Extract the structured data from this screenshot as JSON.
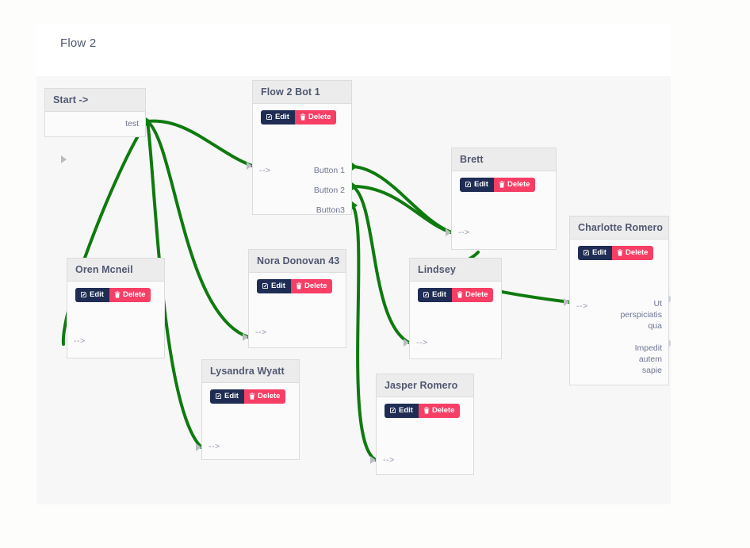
{
  "header": {
    "title": "Flow 2"
  },
  "colors": {
    "edge": "#0f7a0f",
    "edit_button": "#1f2d54",
    "delete_button": "#f73e65",
    "node_header": "#ececec",
    "node_body": "#fbfbfb",
    "node_border": "#dcdcdc",
    "canvas": "#f7f7f7",
    "title_text": "#515871",
    "port_text": "#8d93a8"
  },
  "buttons": {
    "edit_label": "Edit",
    "delete_label": "Delete",
    "edit_icon": "pencil-square-icon",
    "delete_icon": "trash-icon"
  },
  "nodes": [
    {
      "id": "start",
      "title": "Start ->",
      "has_actions": false,
      "inputs": [],
      "outputs": [
        "test"
      ]
    },
    {
      "id": "flow2bot1",
      "title": "Flow 2 Bot 1",
      "has_actions": true,
      "inputs": [
        "-->"
      ],
      "outputs": [
        "Button 1",
        "Button 2",
        "Button3"
      ]
    },
    {
      "id": "oren",
      "title": "Oren Mcneil",
      "has_actions": true,
      "inputs": [
        "-->"
      ],
      "outputs": []
    },
    {
      "id": "nora",
      "title": "Nora Donovan 43",
      "has_actions": true,
      "inputs": [
        "-->"
      ],
      "outputs": []
    },
    {
      "id": "lysandra",
      "title": "Lysandra Wyatt",
      "has_actions": true,
      "inputs": [
        "-->"
      ],
      "outputs": []
    },
    {
      "id": "brett",
      "title": "Brett",
      "has_actions": true,
      "inputs": [
        "-->"
      ],
      "outputs": []
    },
    {
      "id": "lindsey",
      "title": "Lindsey",
      "has_actions": true,
      "inputs": [
        "-->"
      ],
      "outputs": []
    },
    {
      "id": "jasper",
      "title": "Jasper Romero",
      "has_actions": true,
      "inputs": [
        "-->"
      ],
      "outputs": []
    },
    {
      "id": "charlotte",
      "title": "Charlotte Romero",
      "has_actions": true,
      "inputs": [
        "-->"
      ],
      "outputs": [
        "Ut perspiciatis qua",
        "Impedit autem sapie"
      ]
    }
  ],
  "node_text": {
    "start_title": "Start ->",
    "start_out_test": "test",
    "bot_title": "Flow 2 Bot 1",
    "bot_in": "-->",
    "bot_out_1": "Button 1",
    "bot_out_2": "Button 2",
    "bot_out_3": "Button3",
    "oren_title": "Oren Mcneil",
    "oren_in": "-->",
    "nora_title": "Nora Donovan 43",
    "nora_in": "-->",
    "lysandra_title": "Lysandra Wyatt",
    "lysandra_in": "-->",
    "brett_title": "Brett",
    "brett_in": "-->",
    "lindsey_title": "Lindsey",
    "lindsey_in": "-->",
    "jasper_title": "Jasper Romero",
    "jasper_in": "-->",
    "charlotte_title": "Charlotte Romero",
    "charlotte_in": "-->",
    "charlotte_out_1_l1": "Ut",
    "charlotte_out_1_l2": "perspiciatis",
    "charlotte_out_1_l3": "qua",
    "charlotte_out_2_l1": "Impedit",
    "charlotte_out_2_l2": "autem",
    "charlotte_out_2_l3": "sapie"
  },
  "edges": [
    {
      "from": "start.test",
      "to": "flow2bot1.in"
    },
    {
      "from": "start.test",
      "to": "nora.in"
    },
    {
      "from": "start.test",
      "to": "oren.in"
    },
    {
      "from": "start.test",
      "to": "lysandra.in"
    },
    {
      "from": "flow2bot1.Button 1",
      "to": "brett.in"
    },
    {
      "from": "flow2bot1.Button 2",
      "to": "brett.in"
    },
    {
      "from": "flow2bot1.Button 2",
      "to": "lindsey.in"
    },
    {
      "from": "flow2bot1.Button3",
      "to": "jasper.in"
    },
    {
      "from": "brett.out",
      "to": "lindsey.top"
    },
    {
      "from": "lindsey.out",
      "to": "charlotte.in"
    }
  ]
}
